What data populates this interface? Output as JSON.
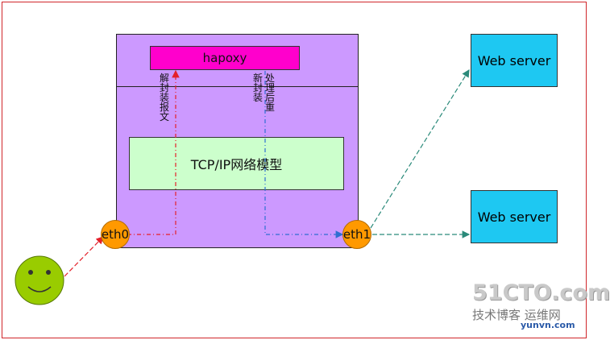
{
  "nodes": {
    "hapoxy": "hapoxy",
    "tcp_model": "TCP/IP网络模型",
    "web_server_1": "Web server",
    "web_server_2": "Web server",
    "eth0": "eth0",
    "eth1": "eth1"
  },
  "annotations": {
    "decapsulate": "解封装报文",
    "re_encapsulate_col1": "新封装",
    "re_encapsulate_col2": "处理后重"
  },
  "watermark": {
    "brand": "51CTO.com",
    "line": "技术博客 运维网",
    "site": "yunvn.com"
  },
  "colors": {
    "host_box": "#cc99ff",
    "hapoxy_box": "#ff00cc",
    "tcp_box": "#ccffcc",
    "server_box": "#1ec8f2",
    "eth": "#ff9900",
    "client_face": "#99cc00",
    "request_arrow": "#e4202a",
    "internal_arrow": "#2f6fd1",
    "forward_arrow": "#2b8a7a"
  }
}
